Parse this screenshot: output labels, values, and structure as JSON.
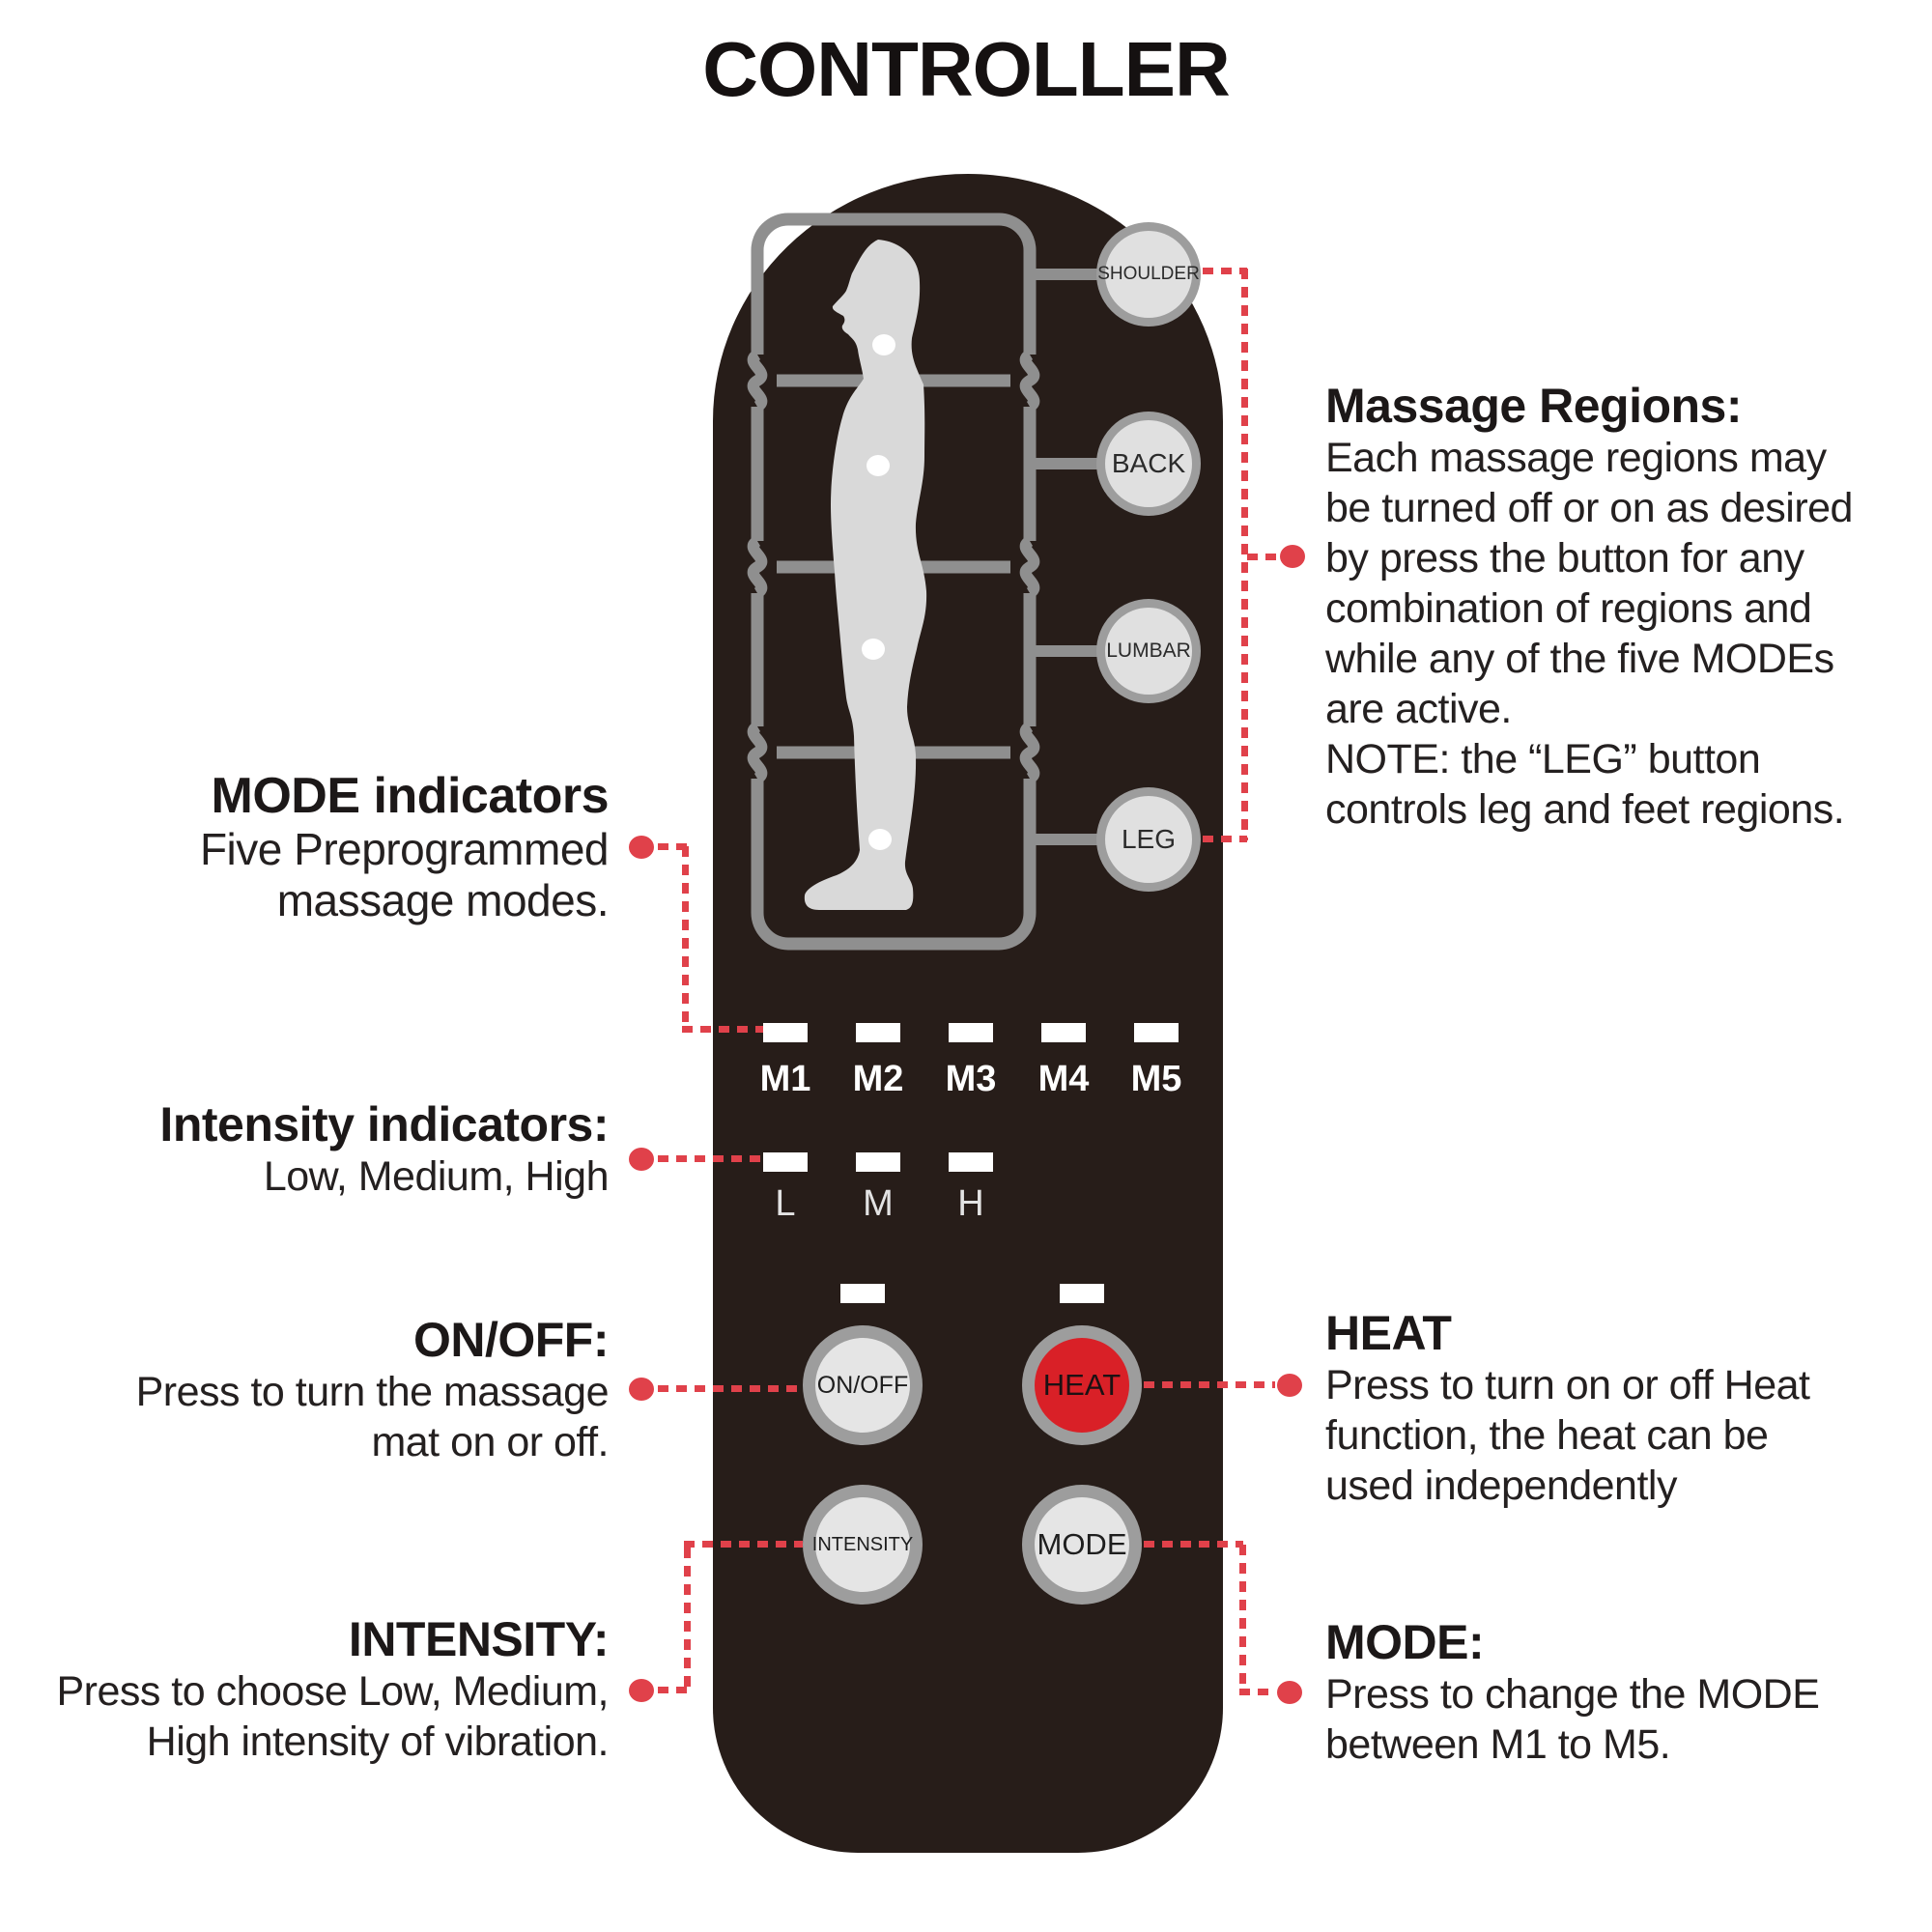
{
  "title": "CONTROLLER",
  "colors": {
    "remote_body": "#271d19",
    "frame_gray": "#8f8f8f",
    "button_ring_gray": "#9d9d9d",
    "button_face_gray": "#e5e5e5",
    "heat_red": "#d92027",
    "connector_red": "#e0414a",
    "silhouette_gray": "#d9d9d9",
    "indicator_white": "#ffffff"
  },
  "remote": {
    "region_buttons": [
      {
        "label": "SHOULDER"
      },
      {
        "label": "BACK"
      },
      {
        "label": "LUMBAR"
      },
      {
        "label": "LEG"
      }
    ],
    "mode_indicators": {
      "labels": [
        "M1",
        "M2",
        "M3",
        "M4",
        "M5"
      ]
    },
    "intensity_indicators": {
      "labels": [
        "L",
        "M",
        "H"
      ]
    },
    "buttons": [
      {
        "label": "ON/OFF"
      },
      {
        "label": "HEAT"
      },
      {
        "label": "INTENSITY"
      },
      {
        "label": "MODE"
      }
    ]
  },
  "annotations": {
    "massage_regions": {
      "heading": "Massage Regions:",
      "lines": [
        "Each massage regions may",
        "be turned off or on as desired",
        "by press the button for any",
        "combination of regions and",
        "while any of the five MODEs",
        "are active.",
        "NOTE: the “LEG” button",
        "controls leg and feet regions."
      ]
    },
    "mode_indicators": {
      "heading": "MODE indicators",
      "lines": [
        "Five Preprogrammed",
        "massage modes."
      ]
    },
    "intensity_indicators": {
      "heading": "Intensity indicators:",
      "lines": [
        "Low, Medium, High"
      ]
    },
    "on_off": {
      "heading": "ON/OFF:",
      "lines": [
        "Press to turn the massage",
        "mat on or off."
      ]
    },
    "heat": {
      "heading": "HEAT",
      "lines": [
        "Press to turn on or off Heat",
        "function, the heat can be",
        "used independently"
      ]
    },
    "intensity": {
      "heading": "INTENSITY:",
      "lines": [
        "Press to choose Low, Medium,",
        "High intensity of vibration."
      ]
    },
    "mode": {
      "heading": "MODE:",
      "lines": [
        "Press to change the MODE",
        "between M1 to M5."
      ]
    }
  }
}
